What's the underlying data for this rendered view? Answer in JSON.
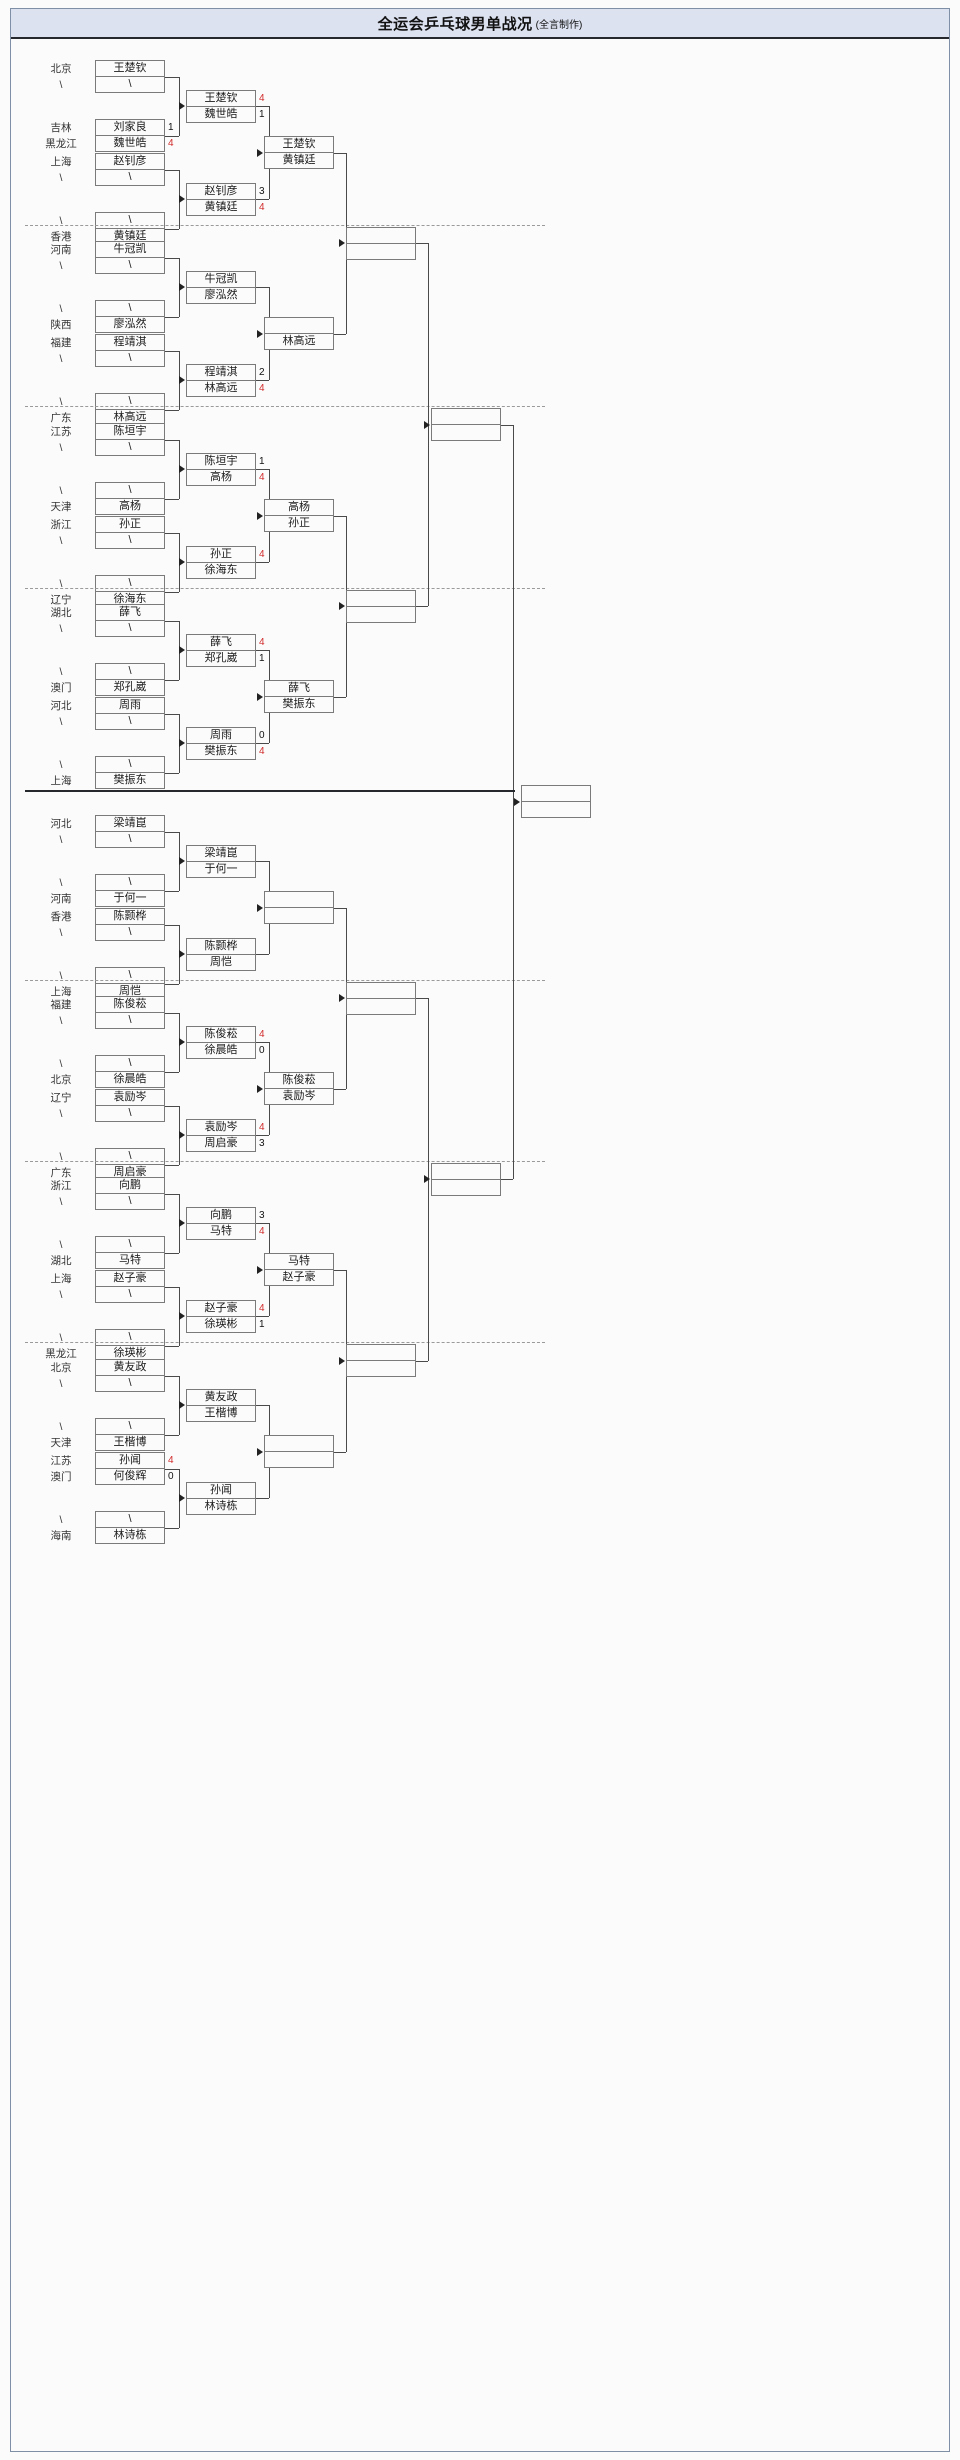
{
  "header": {
    "title": "全运会乒乓球男单战况",
    "subtitle": "(全言制作)"
  },
  "labels": {
    "bye": "\\"
  },
  "chart_data": {
    "type": "bracket",
    "title": "全运会乒乓球男单战况",
    "note": "全言制作",
    "rounds": [
      "R1",
      "R2",
      "R3",
      "QF",
      "SF",
      "F"
    ]
  },
  "quadrants": [
    {
      "id": "q1",
      "r1": [
        {
          "prov_top": "北京",
          "prov_bot": "\\",
          "name_top": "王楚钦",
          "name_bot": "\\",
          "sc_top": "",
          "sc_bot": ""
        },
        {
          "prov_top": "吉林",
          "prov_bot": "黑龙江",
          "name_top": "刘家良",
          "name_bot": "魏世皓",
          "sc_top": "1",
          "sc_bot": "4",
          "win": "bot"
        },
        {
          "prov_top": "上海",
          "prov_bot": "\\",
          "name_top": "赵钊彦",
          "name_bot": "\\",
          "sc_top": "",
          "sc_bot": ""
        },
        {
          "prov_top": "\\",
          "prov_bot": "香港",
          "name_top": "\\",
          "name_bot": "黄镇廷",
          "sc_top": "",
          "sc_bot": ""
        }
      ],
      "r2": [
        {
          "name_top": "王楚钦",
          "name_bot": "魏世皓",
          "sc_top": "4",
          "sc_bot": "1",
          "win": "top"
        },
        {
          "name_top": "赵钊彦",
          "name_bot": "黄镇廷",
          "sc_top": "3",
          "sc_bot": "4",
          "win": "bot"
        }
      ],
      "r3": [
        {
          "name_top": "王楚钦",
          "name_bot": "黄镇廷",
          "sc_top": "",
          "sc_bot": ""
        }
      ]
    },
    {
      "id": "q2",
      "r1": [
        {
          "prov_top": "河南",
          "prov_bot": "\\",
          "name_top": "牛冠凯",
          "name_bot": "\\",
          "sc_top": "",
          "sc_bot": ""
        },
        {
          "prov_top": "\\",
          "prov_bot": "陕西",
          "name_top": "\\",
          "name_bot": "廖泓然",
          "sc_top": "",
          "sc_bot": ""
        },
        {
          "prov_top": "福建",
          "prov_bot": "\\",
          "name_top": "程靖淇",
          "name_bot": "\\",
          "sc_top": "",
          "sc_bot": ""
        },
        {
          "prov_top": "\\",
          "prov_bot": "广东",
          "name_top": "\\",
          "name_bot": "林高远",
          "sc_top": "",
          "sc_bot": ""
        }
      ],
      "r2": [
        {
          "name_top": "牛冠凯",
          "name_bot": "廖泓然",
          "sc_top": "",
          "sc_bot": ""
        },
        {
          "name_top": "程靖淇",
          "name_bot": "林高远",
          "sc_top": "2",
          "sc_bot": "4",
          "win": "bot"
        }
      ],
      "r3": [
        {
          "name_top": "",
          "name_bot": "林高远",
          "sc_top": "",
          "sc_bot": ""
        }
      ]
    },
    {
      "id": "q3",
      "r1": [
        {
          "prov_top": "江苏",
          "prov_bot": "\\",
          "name_top": "陈垣宇",
          "name_bot": "\\",
          "sc_top": "",
          "sc_bot": ""
        },
        {
          "prov_top": "\\",
          "prov_bot": "天津",
          "name_top": "\\",
          "name_bot": "高杨",
          "sc_top": "",
          "sc_bot": ""
        },
        {
          "prov_top": "浙江",
          "prov_bot": "\\",
          "name_top": "孙正",
          "name_bot": "\\",
          "sc_top": "",
          "sc_bot": ""
        },
        {
          "prov_top": "\\",
          "prov_bot": "辽宁",
          "name_top": "\\",
          "name_bot": "徐海东",
          "sc_top": "",
          "sc_bot": ""
        }
      ],
      "r2": [
        {
          "name_top": "陈垣宇",
          "name_bot": "高杨",
          "sc_top": "1",
          "sc_bot": "4",
          "win": "bot"
        },
        {
          "name_top": "孙正",
          "name_bot": "徐海东",
          "sc_top": "4",
          "sc_bot": "",
          "win": "top"
        }
      ],
      "r3": [
        {
          "name_top": "高杨",
          "name_bot": "孙正",
          "sc_top": "",
          "sc_bot": ""
        }
      ]
    },
    {
      "id": "q4",
      "r1": [
        {
          "prov_top": "湖北",
          "prov_bot": "\\",
          "name_top": "薛飞",
          "name_bot": "\\",
          "sc_top": "",
          "sc_bot": ""
        },
        {
          "prov_top": "\\",
          "prov_bot": "澳门",
          "name_top": "\\",
          "name_bot": "郑孔崴",
          "sc_top": "",
          "sc_bot": ""
        },
        {
          "prov_top": "河北",
          "prov_bot": "\\",
          "name_top": "周雨",
          "name_bot": "\\",
          "sc_top": "",
          "sc_bot": ""
        },
        {
          "prov_top": "\\",
          "prov_bot": "上海",
          "name_top": "\\",
          "name_bot": "樊振东",
          "sc_top": "",
          "sc_bot": ""
        }
      ],
      "r2": [
        {
          "name_top": "薛飞",
          "name_bot": "郑孔崴",
          "sc_top": "4",
          "sc_bot": "1",
          "win": "top"
        },
        {
          "name_top": "周雨",
          "name_bot": "樊振东",
          "sc_top": "0",
          "sc_bot": "4",
          "win": "bot"
        }
      ],
      "r3": [
        {
          "name_top": "薛飞",
          "name_bot": "樊振东",
          "sc_top": "",
          "sc_bot": ""
        }
      ]
    },
    {
      "id": "q5",
      "r1": [
        {
          "prov_top": "河北",
          "prov_bot": "\\",
          "name_top": "梁靖崑",
          "name_bot": "\\",
          "sc_top": "",
          "sc_bot": ""
        },
        {
          "prov_top": "\\",
          "prov_bot": "河南",
          "name_top": "\\",
          "name_bot": "于何一",
          "sc_top": "",
          "sc_bot": ""
        },
        {
          "prov_top": "香港",
          "prov_bot": "\\",
          "name_top": "陈颢桦",
          "name_bot": "\\",
          "sc_top": "",
          "sc_bot": ""
        },
        {
          "prov_top": "\\",
          "prov_bot": "上海",
          "name_top": "\\",
          "name_bot": "周恺",
          "sc_top": "",
          "sc_bot": ""
        }
      ],
      "r2": [
        {
          "name_top": "梁靖崑",
          "name_bot": "于何一",
          "sc_top": "",
          "sc_bot": ""
        },
        {
          "name_top": "陈颢桦",
          "name_bot": "周恺",
          "sc_top": "",
          "sc_bot": ""
        }
      ],
      "r3": [
        {
          "name_top": "",
          "name_bot": "",
          "sc_top": "",
          "sc_bot": ""
        }
      ]
    },
    {
      "id": "q6",
      "r1": [
        {
          "prov_top": "福建",
          "prov_bot": "\\",
          "name_top": "陈俊菘",
          "name_bot": "\\",
          "sc_top": "",
          "sc_bot": ""
        },
        {
          "prov_top": "\\",
          "prov_bot": "北京",
          "name_top": "\\",
          "name_bot": "徐晨皓",
          "sc_top": "",
          "sc_bot": ""
        },
        {
          "prov_top": "辽宁",
          "prov_bot": "\\",
          "name_top": "袁励岑",
          "name_bot": "\\",
          "sc_top": "",
          "sc_bot": ""
        },
        {
          "prov_top": "\\",
          "prov_bot": "广东",
          "name_top": "\\",
          "name_bot": "周启豪",
          "sc_top": "",
          "sc_bot": ""
        }
      ],
      "r2": [
        {
          "name_top": "陈俊菘",
          "name_bot": "徐晨皓",
          "sc_top": "4",
          "sc_bot": "0",
          "win": "top"
        },
        {
          "name_top": "袁励岑",
          "name_bot": "周启豪",
          "sc_top": "4",
          "sc_bot": "3",
          "win": "top"
        }
      ],
      "r3": [
        {
          "name_top": "陈俊菘",
          "name_bot": "袁励岑",
          "sc_top": "",
          "sc_bot": ""
        }
      ]
    },
    {
      "id": "q7",
      "r1": [
        {
          "prov_top": "浙江",
          "prov_bot": "\\",
          "name_top": "向鹏",
          "name_bot": "\\",
          "sc_top": "",
          "sc_bot": ""
        },
        {
          "prov_top": "\\",
          "prov_bot": "湖北",
          "name_top": "\\",
          "name_bot": "马特",
          "sc_top": "",
          "sc_bot": ""
        },
        {
          "prov_top": "上海",
          "prov_bot": "\\",
          "name_top": "赵子豪",
          "name_bot": "\\",
          "sc_top": "",
          "sc_bot": ""
        },
        {
          "prov_top": "\\",
          "prov_bot": "黑龙江",
          "name_top": "\\",
          "name_bot": "徐瑛彬",
          "sc_top": "",
          "sc_bot": ""
        }
      ],
      "r2": [
        {
          "name_top": "向鹏",
          "name_bot": "马特",
          "sc_top": "3",
          "sc_bot": "4",
          "win": "bot"
        },
        {
          "name_top": "赵子豪",
          "name_bot": "徐瑛彬",
          "sc_top": "4",
          "sc_bot": "1",
          "win": "top"
        }
      ],
      "r3": [
        {
          "name_top": "马特",
          "name_bot": "赵子豪",
          "sc_top": "",
          "sc_bot": ""
        }
      ]
    },
    {
      "id": "q8",
      "r1": [
        {
          "prov_top": "北京",
          "prov_bot": "\\",
          "name_top": "黄友政",
          "name_bot": "\\",
          "sc_top": "",
          "sc_bot": ""
        },
        {
          "prov_top": "\\",
          "prov_bot": "天津",
          "name_top": "\\",
          "name_bot": "王楷博",
          "sc_top": "",
          "sc_bot": ""
        },
        {
          "prov_top": "江苏",
          "prov_bot": "澳门",
          "name_top": "孙闻",
          "name_bot": "何俊辉",
          "sc_top": "4",
          "sc_bot": "0",
          "win": "top"
        },
        {
          "prov_top": "\\",
          "prov_bot": "海南",
          "name_top": "\\",
          "name_bot": "林诗栋",
          "sc_top": "",
          "sc_bot": ""
        }
      ],
      "r2": [
        {
          "name_top": "黄友政",
          "name_bot": "王楷博",
          "sc_top": "",
          "sc_bot": ""
        },
        {
          "name_top": "孙闻",
          "name_bot": "林诗栋",
          "sc_top": "",
          "sc_bot": ""
        }
      ],
      "r3": [
        {
          "name_top": "",
          "name_bot": "",
          "sc_top": "",
          "sc_bot": ""
        }
      ]
    }
  ],
  "r4": [
    {
      "id": "r4-a",
      "name_top": "",
      "name_bot": ""
    },
    {
      "id": "r4-b",
      "name_top": "",
      "name_bot": ""
    },
    {
      "id": "r4-c",
      "name_top": "",
      "name_bot": ""
    },
    {
      "id": "r4-d",
      "name_top": "",
      "name_bot": ""
    }
  ],
  "r5": [
    {
      "id": "r5-a",
      "name_top": "",
      "name_bot": ""
    },
    {
      "id": "r5-b",
      "name_top": "",
      "name_bot": ""
    }
  ],
  "final": {
    "id": "final",
    "name_top": "",
    "name_bot": ""
  }
}
